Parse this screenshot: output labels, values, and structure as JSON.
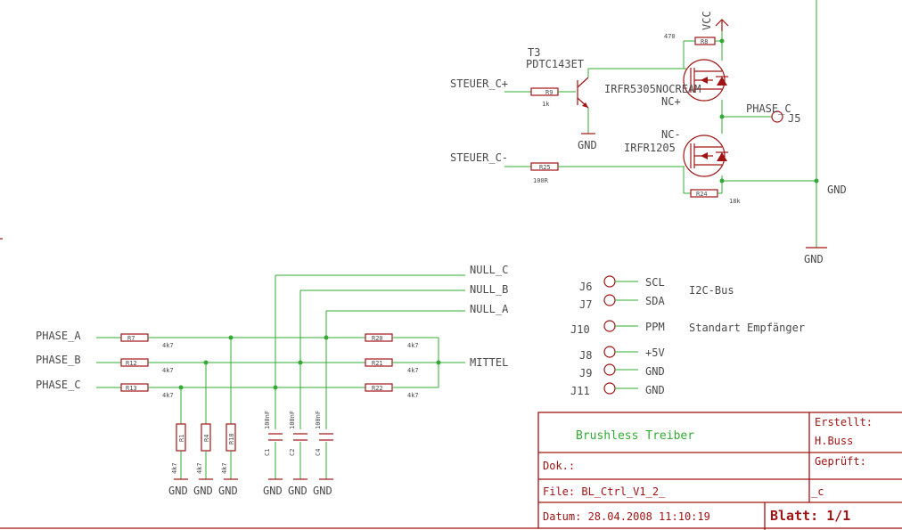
{
  "labels": {
    "vcc": "VCC",
    "t3_name": "T3",
    "t3_value": "PDTC143ET",
    "fet_upper": "IRFR5305NOCREAM",
    "nc_plus": "NC+",
    "nc_minus": "NC-",
    "fet_lower": "IRFR1205",
    "phase_c_net": "PHASE_C",
    "j5": "J5",
    "gnd": "GND",
    "steuer_c_plus": "STEUER_C+",
    "steuer_c_minus": "STEUER_C-",
    "r8": "R8",
    "r8_val": "470",
    "r9": "R9",
    "r9_val": "1k",
    "r25": "R25",
    "r25_val": "100R",
    "r24": "R24",
    "r24_val": "18k",
    "null_c": "NULL_C",
    "null_b": "NULL_B",
    "null_a": "NULL_A",
    "phase_a": "PHASE_A",
    "phase_b": "PHASE_B",
    "phase_c": "PHASE_C",
    "mittel": "MITTEL",
    "r7": "R7",
    "r12": "R12",
    "r13": "R13",
    "r20": "R20",
    "r21": "R21",
    "r22": "R22",
    "r1": "R1",
    "r4": "R4",
    "r18": "R18",
    "v4k7": "4k7",
    "c1": "C1",
    "c2": "C2",
    "c4": "C4",
    "v100nf": "100nF",
    "j6": "J6",
    "j7": "J7",
    "j10": "J10",
    "j8": "J8",
    "j9": "J9",
    "j11": "J11",
    "scl": "SCL",
    "sda": "SDA",
    "ppm": "PPM",
    "p5v": "+5V",
    "i2c_bus": "I2C-Bus",
    "empfaenger": "Standart Empfänger"
  },
  "title_block": {
    "title": "Brushless Treiber",
    "erstellt": "Erstellt:",
    "author": "H.Buss",
    "geprueft": "Geprüft:",
    "dok": "Dok.:",
    "file": "File: BL_Ctrl_V1_2_",
    "suffix": "_c",
    "datum": "Datum: 28.04.2008 11:10:19",
    "blatt": "Blatt: 1/1"
  }
}
